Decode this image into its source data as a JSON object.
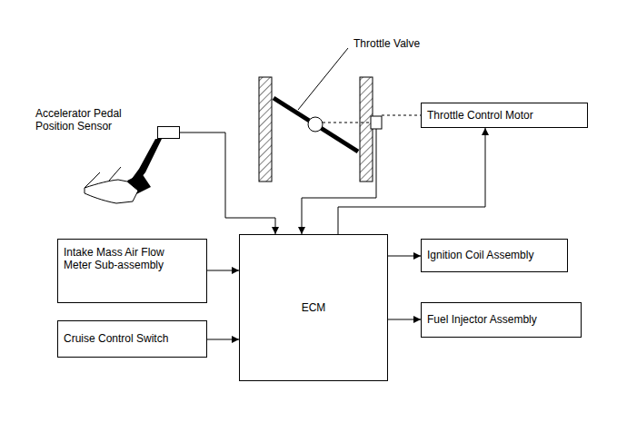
{
  "diagram": {
    "nodes": [
      {
        "text": [
          "Accelerator Pedal Position Sensor"
        ]
      },
      {
        "text": [
          "Throttle Control Motor"
        ]
      },
      {
        "text": [
          "Intake Mass Air Flow Meter Sub-assembly"
        ]
      },
      {
        "text": [
          "ECM"
        ]
      },
      {
        "text": [
          "Ignition Coil Assembly"
        ]
      },
      {
        "text": [
          "Fuel Injector Assembly"
        ]
      },
      {
        "text": [
          "Cruise Control Switch"
        ]
      }
    ],
    "edges": [
      {
        "from": 0,
        "to": 3,
        "arrow": "to"
      },
      {
        "from": 3,
        "to": 1,
        "arrow": "to"
      },
      {
        "from": 2,
        "to": 3,
        "arrow": "to"
      },
      {
        "from": 3,
        "to": 4,
        "arrow": "to"
      },
      {
        "from": 3,
        "to": 5,
        "arrow": "to"
      },
      {
        "from": 6,
        "to": 3,
        "arrow": "to"
      }
    ],
    "labels": [
      "Throttle Valve"
    ]
  }
}
